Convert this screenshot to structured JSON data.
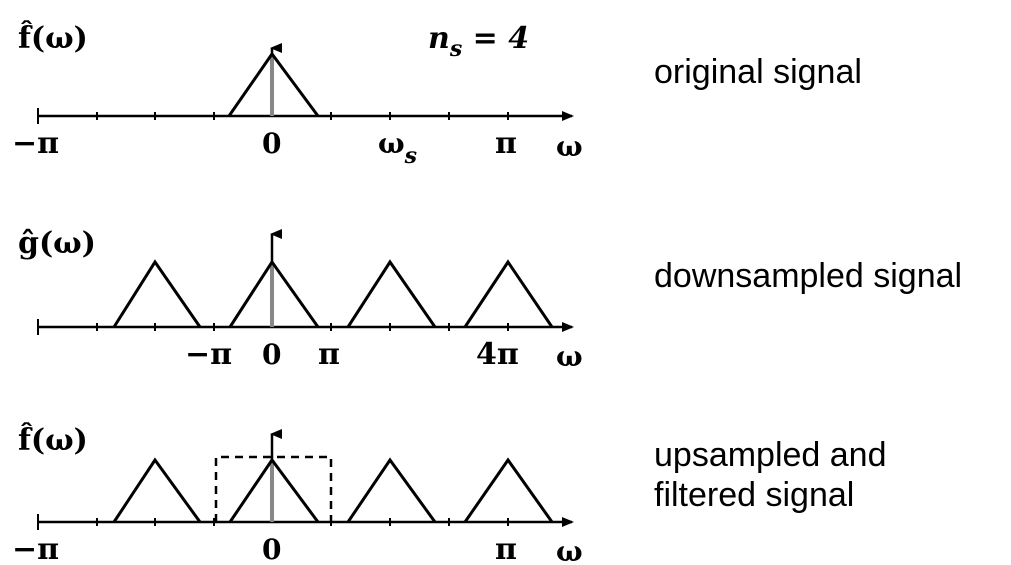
{
  "panels": [
    {
      "id": "original",
      "ylabel": "f̂(ω)",
      "annotation": "n_s = 4",
      "caption_lines": [
        "original signal"
      ],
      "ticklabels": [
        "−π",
        "0",
        "ω_s",
        "π",
        "ω"
      ],
      "triangle_centers": [
        0
      ],
      "filter_box": false
    },
    {
      "id": "downsampled",
      "ylabel": "ĝ(ω)",
      "annotation": "",
      "caption_lines": [
        "downsampled signal"
      ],
      "ticklabels": [
        "−π",
        "0",
        "π",
        "4π",
        "ω"
      ],
      "triangle_centers": [
        -1,
        0,
        1,
        2
      ],
      "filter_box": false
    },
    {
      "id": "upsampled",
      "ylabel": "f̂(ω)",
      "annotation": "",
      "caption_lines": [
        "upsampled and",
        "filtered signal"
      ],
      "ticklabels": [
        "−π",
        "0",
        "π",
        "ω"
      ],
      "triangle_centers": [
        -1,
        0,
        1,
        2
      ],
      "filter_box": true
    }
  ],
  "colors": {
    "ink": "#000000",
    "spike": "#888888",
    "background": "#ffffff"
  },
  "icons": [
    "axis-arrow-icon"
  ]
}
